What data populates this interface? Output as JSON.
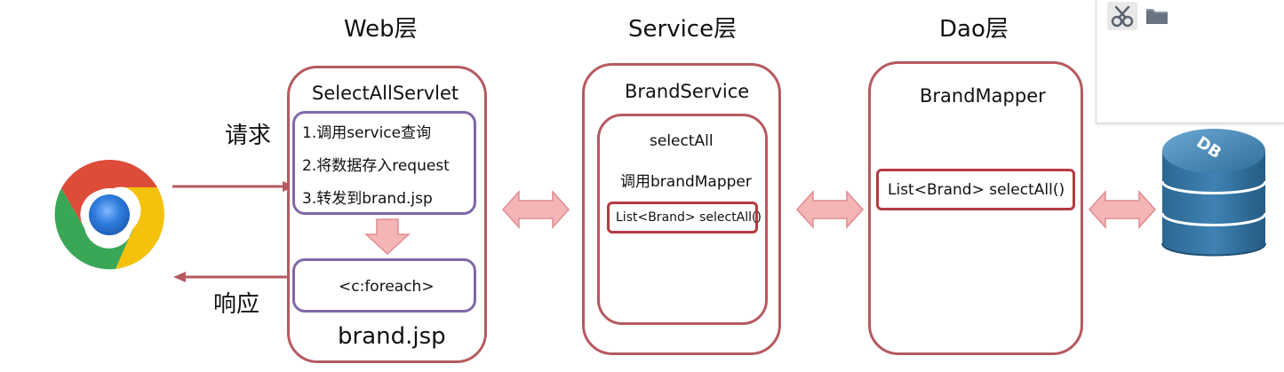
{
  "layers": {
    "web_title": "Web层",
    "service_title": "Service层",
    "dao_title": "Dao层"
  },
  "flow_labels": {
    "request": "请求",
    "response": "响应"
  },
  "web_layer": {
    "servlet_title": "SelectAllServlet",
    "steps": [
      "1.调用service查询",
      "2.将数据存入request",
      "3.转发到brand.jsp"
    ],
    "foreach_text": "<c:foreach>",
    "jsp_title": "brand.jsp"
  },
  "service_layer": {
    "title": "BrandService",
    "method_title": "selectAll",
    "call_text": "调用brandMapper",
    "method_signature": "List<Brand> selectAll()"
  },
  "dao_layer": {
    "title": "BrandMapper",
    "method_signature": "List<Brand> selectAll()"
  },
  "database": {
    "label": "DB"
  },
  "toolbar": {
    "scissors_icon": "scissors-icon",
    "folder_icon": "folder-icon"
  },
  "colors": {
    "red_border": "#b55a60",
    "purple_border": "#7f68a8",
    "arrow_fill": "#f4b5b7",
    "db_blue": "#2f6f9a"
  }
}
